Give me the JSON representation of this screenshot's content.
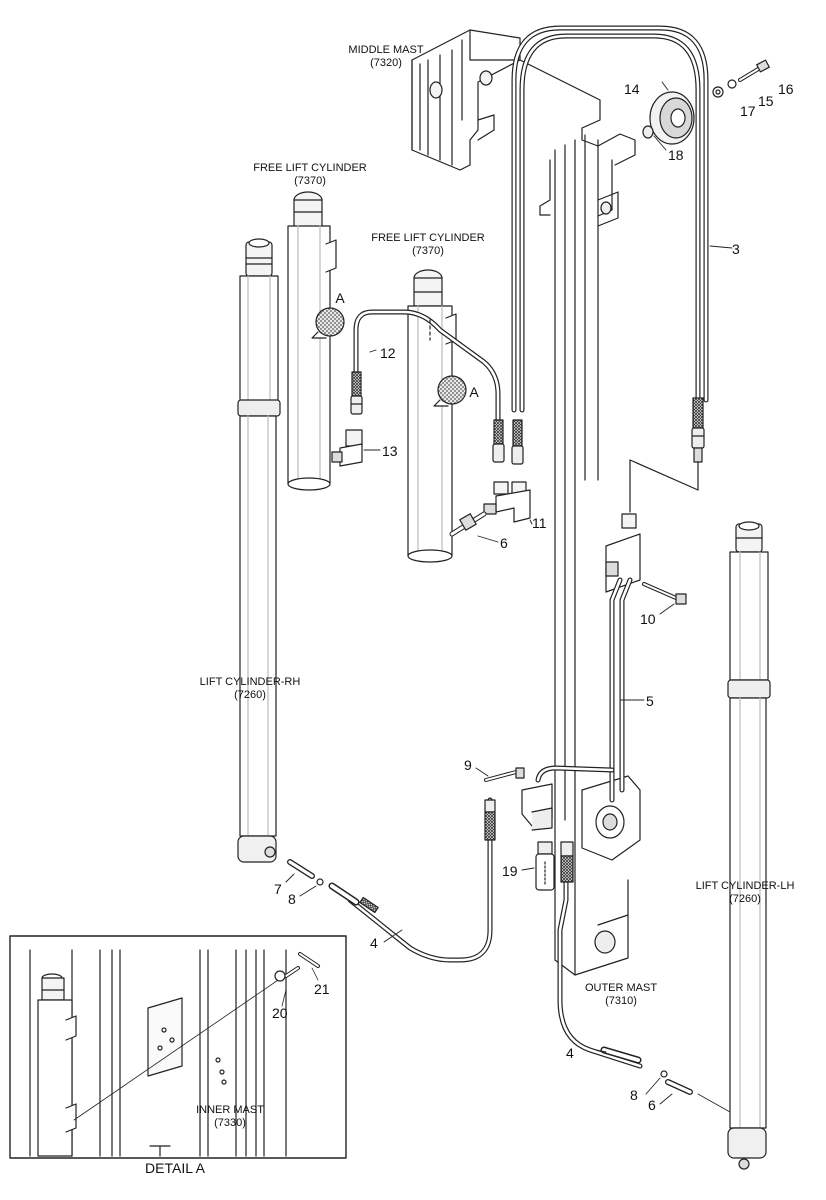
{
  "labels": {
    "middle_mast": {
      "name": "MIDDLE MAST",
      "code": "(7320)"
    },
    "free_lift_cyl_left": {
      "name": "FREE LIFT CYLINDER",
      "code": "(7370)"
    },
    "free_lift_cyl_right": {
      "name": "FREE LIFT CYLINDER",
      "code": "(7370)"
    },
    "lift_cyl_rh": {
      "name": "LIFT CYLINDER-RH",
      "code": "(7260)"
    },
    "lift_cyl_lh": {
      "name": "LIFT CYLINDER-LH",
      "code": "(7260)"
    },
    "outer_mast": {
      "name": "OUTER MAST",
      "code": "(7310)"
    },
    "inner_mast": {
      "name": "INNER MAST",
      "code": "(7330)"
    },
    "detail_title": "DETAIL A",
    "detail_marker_1": "A",
    "detail_marker_2": "A"
  },
  "part_numbers": {
    "p3": "3",
    "p4a": "4",
    "p4b": "4",
    "p5": "5",
    "p6a": "6",
    "p6b": "6",
    "p7": "7",
    "p8a": "8",
    "p8b": "8",
    "p9": "9",
    "p10": "10",
    "p11": "11",
    "p12": "12",
    "p13": "13",
    "p14": "14",
    "p15": "15",
    "p16": "16",
    "p17": "17",
    "p18": "18",
    "p19": "19",
    "p20": "20",
    "p21": "21"
  },
  "colors": {
    "line": "#222222",
    "fill_light": "#f4f4f4",
    "fill_mid": "#dcdcdc",
    "fill_dark": "#9a9a9a",
    "hatch": "#888888"
  }
}
